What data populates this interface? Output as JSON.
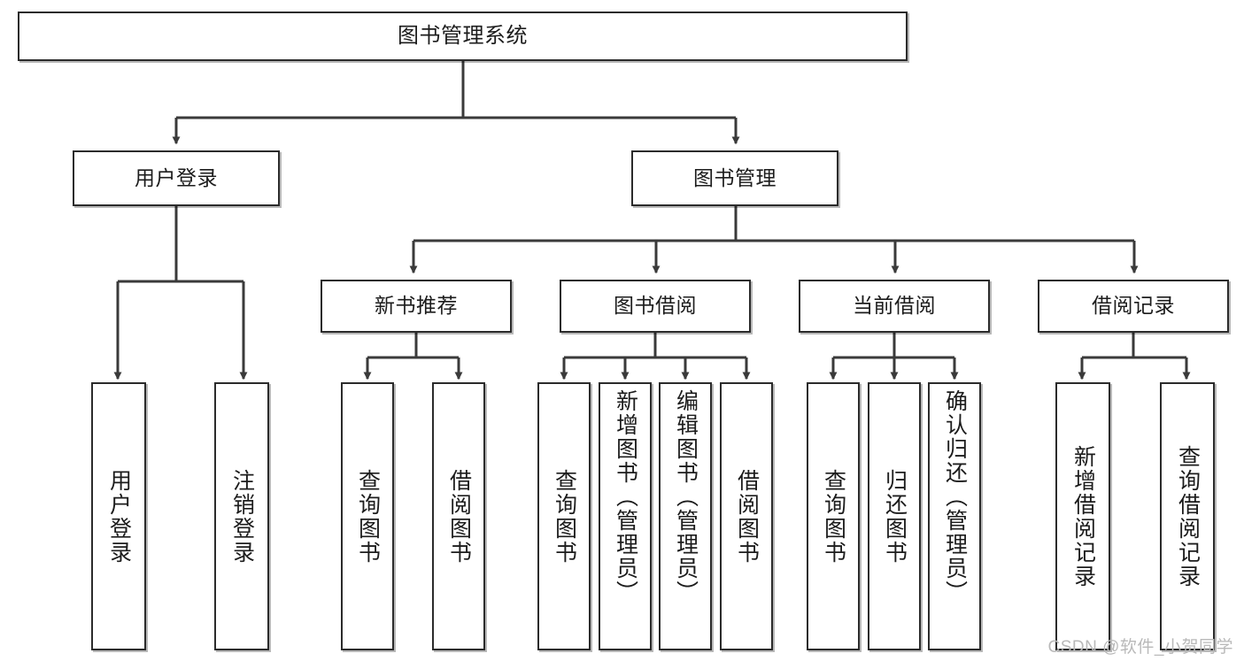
{
  "diagram": {
    "type": "tree-hierarchy-chart",
    "title": "图书管理系统",
    "watermark": "CSDN @软件_小贺同学",
    "colors": {
      "box_border": "#2b2b2b",
      "box_fill": "#ffffff",
      "edge": "#3a3a3a",
      "text": "#1c1c1c",
      "watermark": "#b9b9b9",
      "background": "#ffffff"
    },
    "root": {
      "label": "图书管理系统"
    },
    "level2": [
      {
        "label": "用户登录"
      },
      {
        "label": "图书管理"
      }
    ],
    "level3": [
      {
        "label": "新书推荐"
      },
      {
        "label": "图书借阅"
      },
      {
        "label": "当前借阅"
      },
      {
        "label": "借阅记录"
      }
    ],
    "leaves": {
      "user_login": [
        {
          "label": "用户登录"
        },
        {
          "label": "注销登录"
        }
      ],
      "new_book_recommend": [
        {
          "label": "查询图书"
        },
        {
          "label": "借阅图书"
        }
      ],
      "book_borrow": [
        {
          "label": "查询图书"
        },
        {
          "label": "新增图书（管理员）"
        },
        {
          "label": "编辑图书（管理员）"
        },
        {
          "label": "借阅图书"
        }
      ],
      "current_borrow": [
        {
          "label": "查询图书"
        },
        {
          "label": "归还图书"
        },
        {
          "label": "确认归还（管理员）"
        }
      ],
      "borrow_record": [
        {
          "label": "新增借阅记录"
        },
        {
          "label": "查询借阅记录"
        }
      ]
    }
  }
}
